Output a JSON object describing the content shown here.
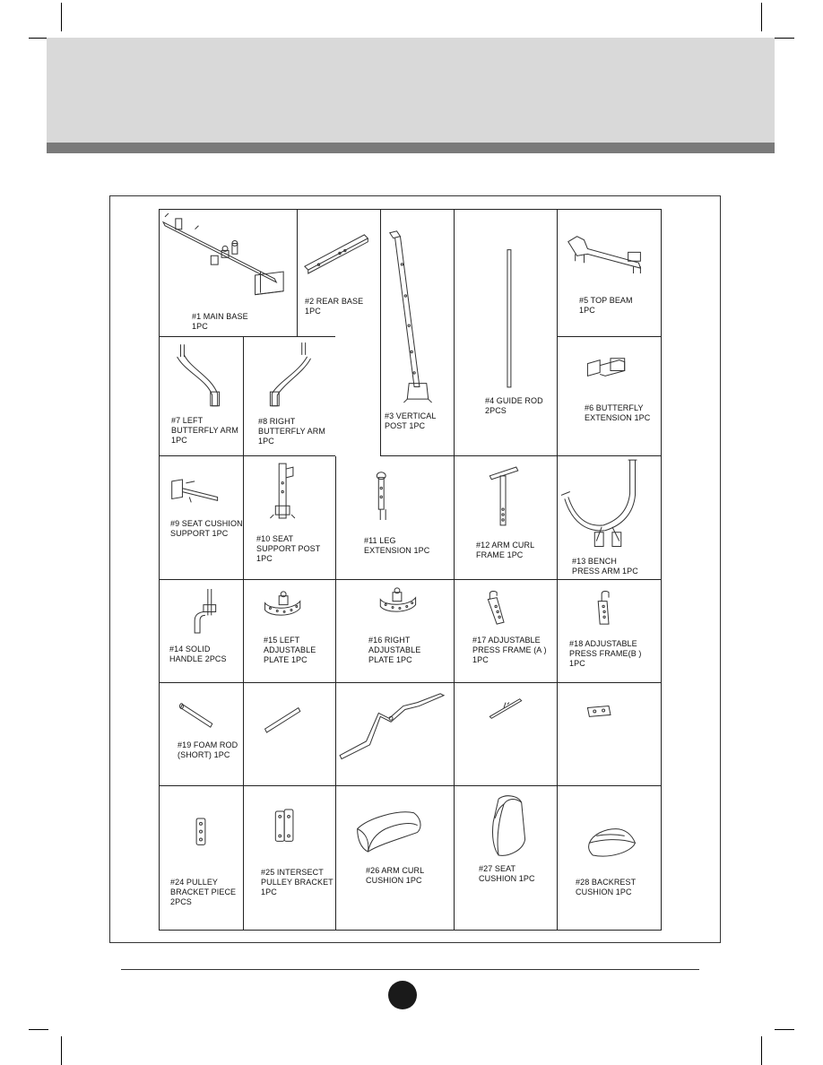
{
  "parts": [
    {
      "id": "main-base",
      "label": "#1 MAIN BASE\n1PC"
    },
    {
      "id": "rear-base",
      "label": "#2 REAR BASE\n1PC"
    },
    {
      "id": "vertical-post",
      "label": "#3 VERTICAL\nPOST  1PC"
    },
    {
      "id": "guide-rod",
      "label": "#4 GUIDE ROD\n2PCS"
    },
    {
      "id": "top-beam",
      "label": "#5 TOP BEAM\n1PC"
    },
    {
      "id": "butterfly-extension",
      "label": "#6 BUTTERFLY\nEXTENSION  1PC"
    },
    {
      "id": "left-butterfly-arm",
      "label": "#7 LEFT\nBUTTERFLY ARM\n1PC"
    },
    {
      "id": "right-butterfly-arm",
      "label": "#8 RIGHT\nBUTTERFLY ARM\n1PC"
    },
    {
      "id": "seat-cushion-support",
      "label": "#9 SEAT CUSHION\nSUPPORT  1PC"
    },
    {
      "id": "seat-support-post",
      "label": "#10 SEAT\nSUPPORT POST\n1PC"
    },
    {
      "id": "leg-extension",
      "label": "#11 LEG\nEXTENSION  1PC"
    },
    {
      "id": "arm-curl-frame",
      "label": "#12 ARM CURL\nFRAME  1PC"
    },
    {
      "id": "bench-press-arm",
      "label": "#13 BENCH\nPRESS ARM 1PC"
    },
    {
      "id": "solid-handle",
      "label": "#14 SOLID\nHANDLE  2PCS"
    },
    {
      "id": "left-adjustable-plate",
      "label": "#15 LEFT\nADJUSTABLE\nPLATE  1PC"
    },
    {
      "id": "right-adjustable-plate",
      "label": "#16 RIGHT\nADJUSTABLE\nPLATE  1PC"
    },
    {
      "id": "adjustable-press-frame-a",
      "label": "#17 ADJUSTABLE\nPRESS FRAME (A )\n1PC"
    },
    {
      "id": "adjustable-press-frame-b",
      "label": "#18 ADJUSTABLE\nPRESS FRAME(B )\n1PC"
    },
    {
      "id": "foam-rod-short",
      "label": "#19 FOAM ROD\n(SHORT)  1PC"
    },
    {
      "id": "pulley-bracket-piece",
      "label": "#24 PULLEY\nBRACKET  PIECE\n2PCS"
    },
    {
      "id": "intersect-pulley-bracket",
      "label": "#25 INTERSECT\nPULLEY BRACKET\n1PC"
    },
    {
      "id": "arm-curl-cushion",
      "label": "#26 ARM CURL\nCUSHION  1PC"
    },
    {
      "id": "seat-cushion",
      "label": "#27 SEAT\nCUSHION  1PC"
    },
    {
      "id": "backrest-cushion",
      "label": "#28 BACKREST\nCUSHION  1PC"
    }
  ]
}
